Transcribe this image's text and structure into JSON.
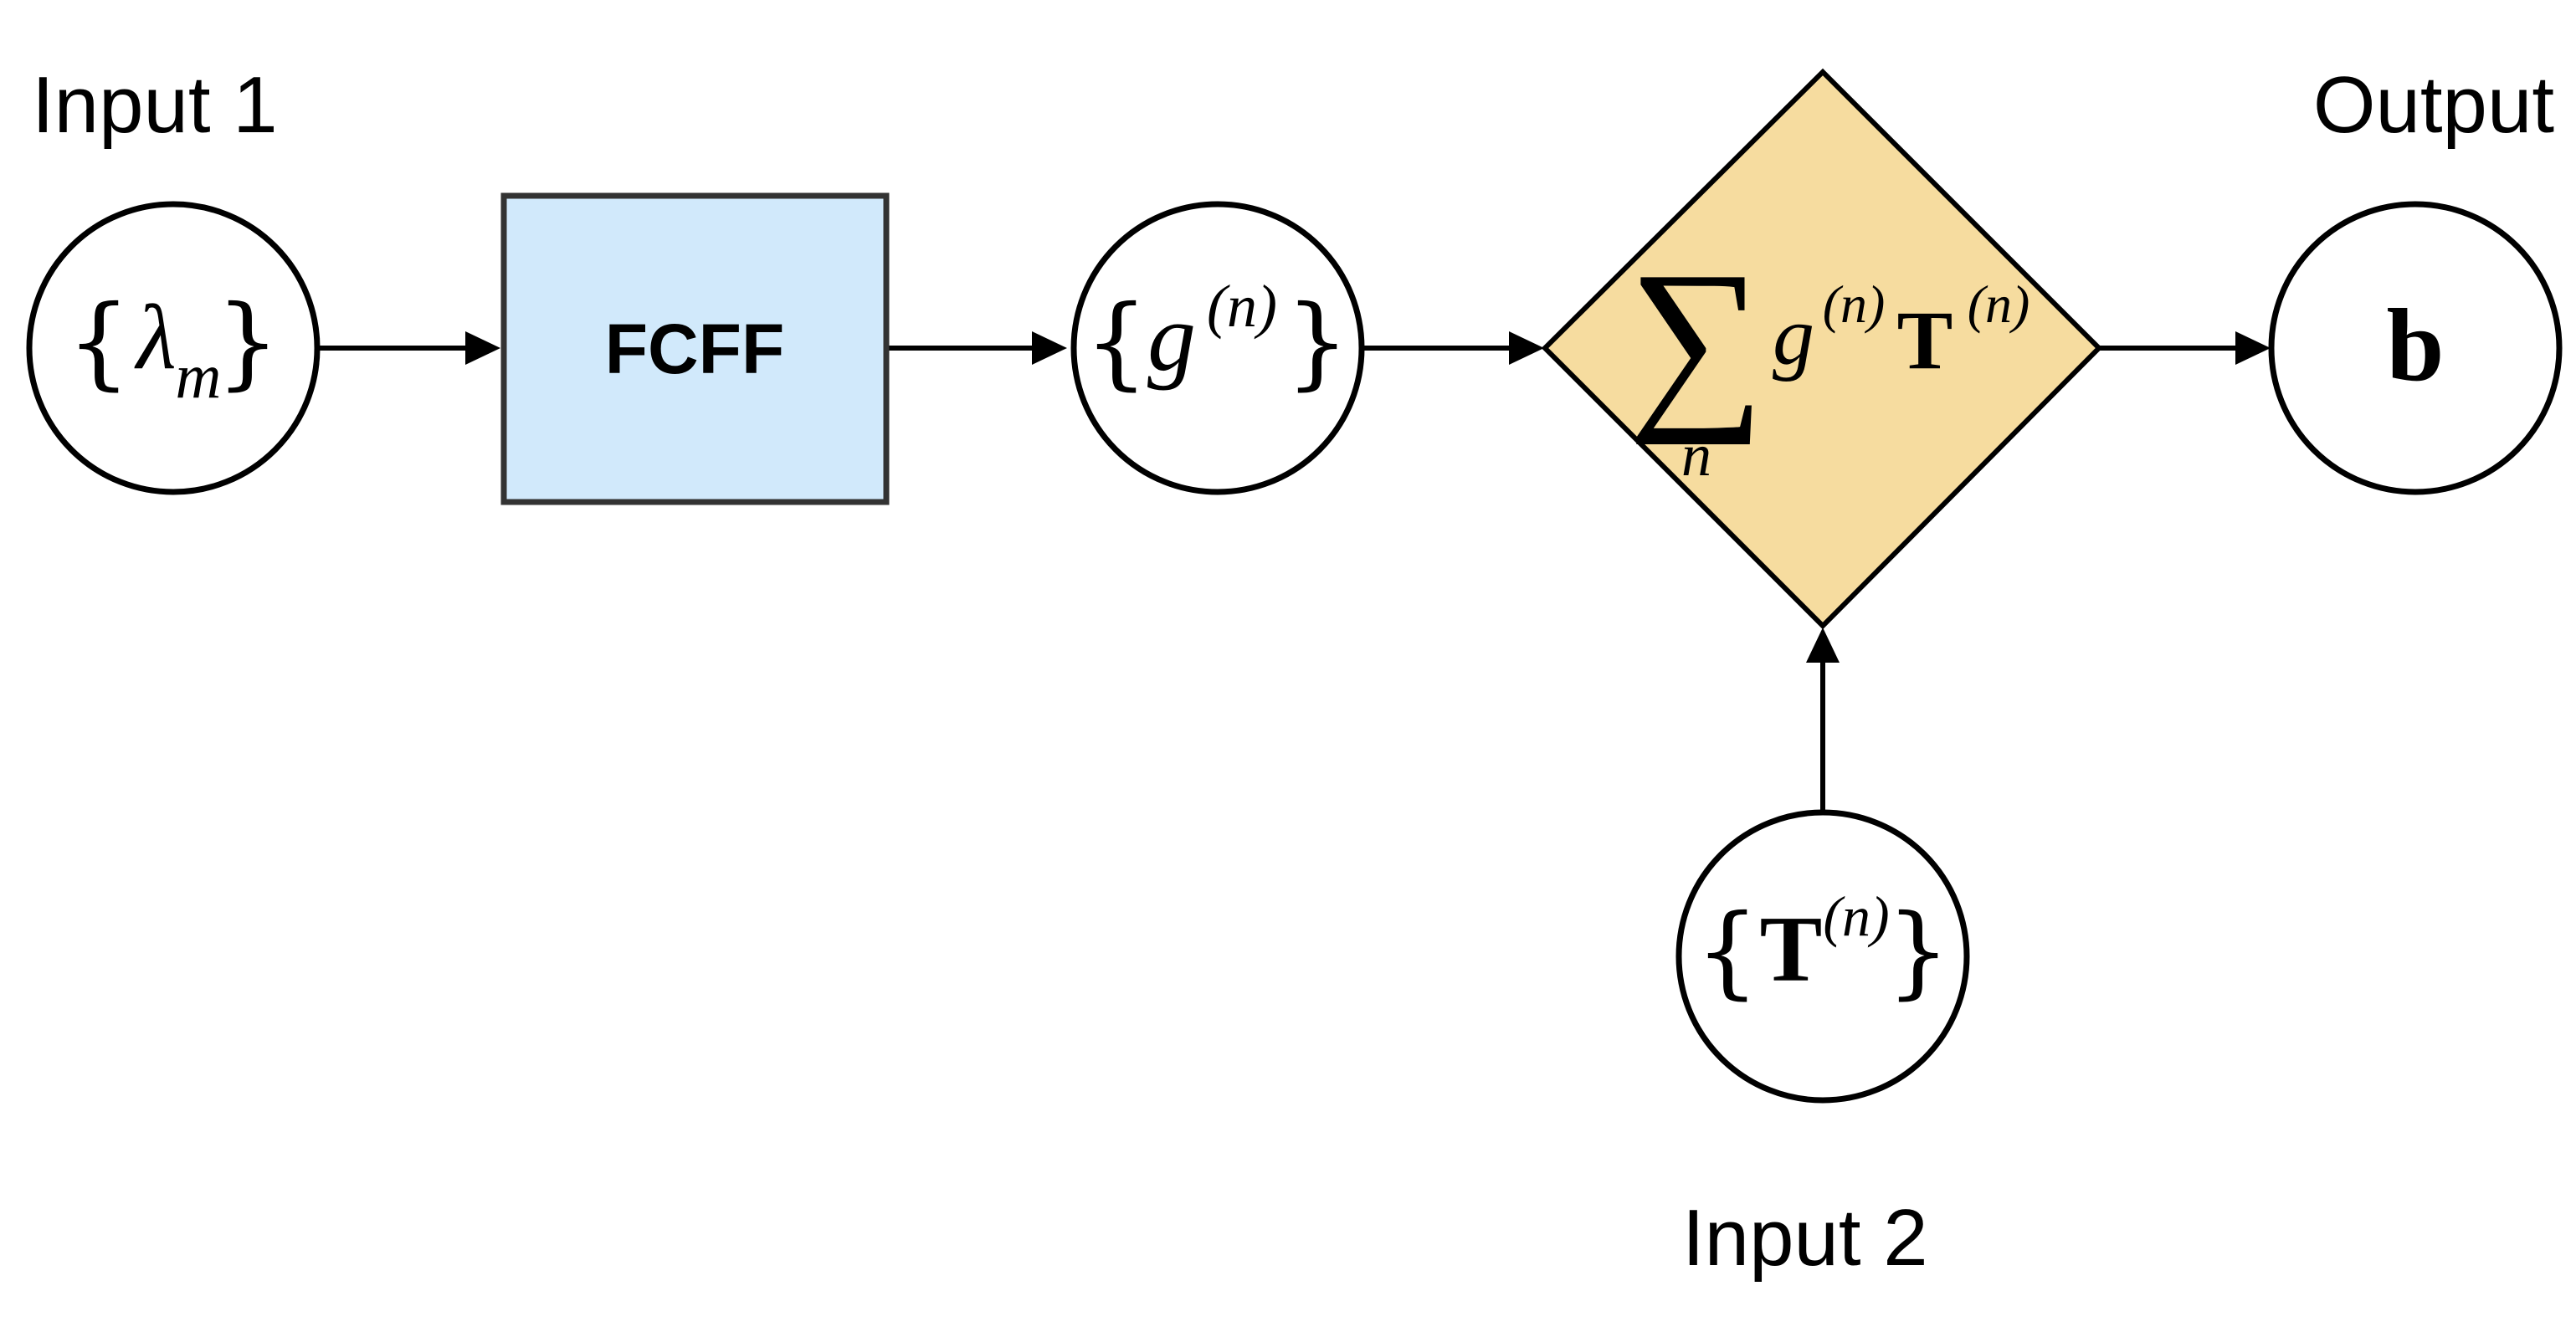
{
  "labels": {
    "input1": "Input 1",
    "input2": "Input 2",
    "output": "Output"
  },
  "nodes": {
    "lambda": {
      "brace_open": "{",
      "symbol": "λ",
      "subscript": "m",
      "brace_close": "}"
    },
    "fcff": {
      "label": "FCFF"
    },
    "g": {
      "brace_open": "{",
      "symbol": "g",
      "superscript": "(n)",
      "brace_close": "}"
    },
    "sum": {
      "sigma": "∑",
      "index": "n",
      "g_symbol": "g",
      "g_superscript": "(n)",
      "t_symbol": "T",
      "t_superscript": "(n)"
    },
    "b": {
      "symbol": "b"
    },
    "t": {
      "brace_open": "{",
      "symbol": "T",
      "superscript": "(n)",
      "brace_close": "}"
    }
  },
  "colors": {
    "fcff_fill": "#d1e9fb",
    "fcff_stroke": "#333333",
    "sum_fill": "#f6dc9f",
    "stroke": "#000000"
  }
}
